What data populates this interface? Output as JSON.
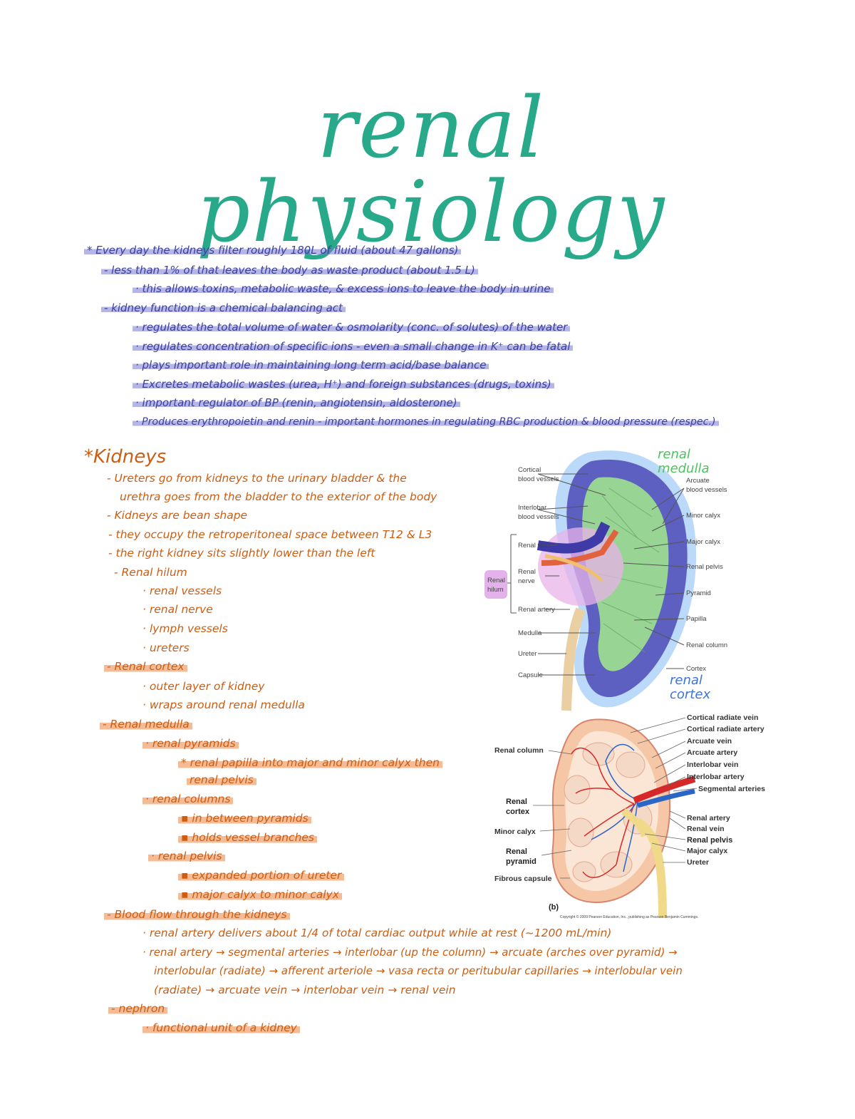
{
  "title": "renal physiology",
  "intro": [
    "* Every day the kidneys filter roughly 180L of fluid (about 47 gallons)",
    "- less than 1% of that leaves the body as waste product (about 1.5 L)",
    "· this allows toxins, metabolic waste, & excess ions to leave the body in urine",
    "- kidney function is a chemical balancing act",
    "· regulates the total volume of water & osmolarity (conc. of solutes) of the water",
    "· regulates concentration of specific ions - even a small change in K⁺ can be fatal",
    "· plays important role in maintaining long term acid/base balance",
    "· Excretes metabolic wastes (urea, H⁺) and foreign substances (drugs, toxins)",
    "· important regulator of BP (renin, angiotensin, aldosterone)",
    "· Produces erythropoietin and renin - important hormones in regulating RBC production & blood pressure (respec.)"
  ],
  "kidneys": {
    "heading": "*Kidneys",
    "lines": [
      "- Ureters go from kidneys to the urinary bladder & the",
      "urethra goes from the bladder to the exterior of the body",
      "- Kidneys are bean shape",
      "- they occupy the retroperitoneal space between T12 & L3",
      "- the right kidney sits slightly lower than the left",
      "- Renal hilum",
      "· renal vessels",
      "· renal nerve",
      "· lymph vessels",
      "· ureters",
      "- Renal cortex",
      "· outer layer of kidney",
      "· wraps around renal medulla",
      "- Renal medulla",
      "· renal pyramids",
      "* renal papilla into major and minor calyx then",
      "renal pelvis",
      "· renal columns",
      "▪ in between pyramids",
      "▪ holds vessel branches",
      "· renal pelvis",
      "▪ expanded portion of ureter",
      "▪ major calyx to minor calyx",
      "- Blood flow through the kidneys",
      "· renal artery delivers about 1/4 of total cardiac output while at rest (~1200 mL/min)",
      "· renal artery → segmental arteries → interlobar (up the column) → arcuate (arches over pyramid) →",
      "interlobular (radiate) → afferent arteriole → vasa recta or peritubular capillaries → interlobular vein",
      "(radiate) → arcuate vein → interlobar vein → renal vein",
      "- nephron",
      "· functional unit of a kidney"
    ]
  },
  "figure_a": {
    "left_labels": [
      "Cortical",
      "blood vessels",
      "Interlobar",
      "blood vessels",
      "Renal vein",
      "Renal",
      "nerve",
      "Renal artery",
      "Medulla",
      "Ureter",
      "Capsule"
    ],
    "hilum": [
      "Renal",
      "hilum"
    ],
    "right_labels": [
      "Arcuate",
      "blood vessels",
      "Minor calyx",
      "Major calyx",
      "Renal pelvis",
      "Pyramid",
      "Papilla",
      "Renal column",
      "Cortex"
    ],
    "hand_medulla": [
      "renal",
      "medulla"
    ],
    "hand_cortex": [
      "renal",
      "cortex"
    ]
  },
  "figure_b": {
    "right_labels": [
      "Cortical radiate vein",
      "Cortical radiate artery",
      "Arcuate vein",
      "Arcuate artery",
      "Interlobar vein",
      "Interlobar artery",
      "Segmental arteries",
      "Renal artery",
      "Renal vein",
      "Renal pelvis",
      "Major calyx",
      "Ureter"
    ],
    "left_labels": [
      "Renal column",
      "Renal",
      "cortex",
      "Minor calyx",
      "Renal",
      "pyramid",
      "Fibrous capsule"
    ],
    "panel": "(b)",
    "copyright": "Copyright © 2009 Pearson Education, Inc., publishing as Pearson Benjamin Cummings."
  },
  "colors": {
    "title": "#27a98a",
    "blue_text": "#3b3f9c",
    "orange_text": "#cc5d12"
  }
}
